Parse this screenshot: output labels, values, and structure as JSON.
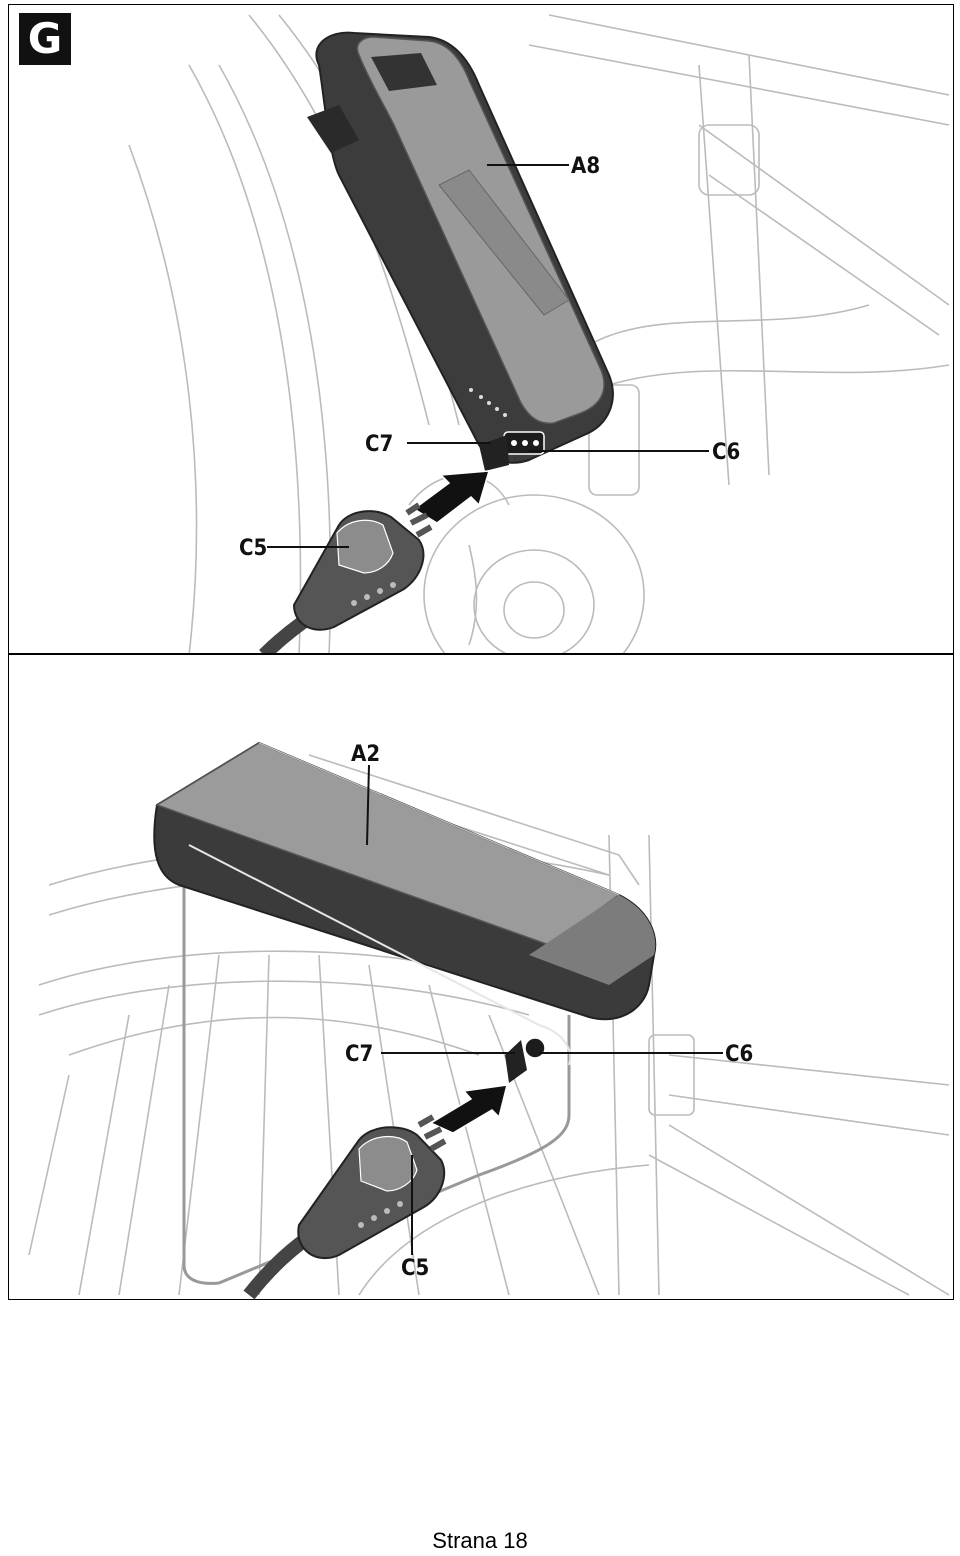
{
  "figure": {
    "badge": "G",
    "top_labels": {
      "battery": "A8",
      "socket_cover": "C7",
      "socket": "C6",
      "plug": "C5"
    },
    "bottom_labels": {
      "battery": "A2",
      "socket_cover": "C7",
      "socket": "C6",
      "plug": "C5"
    }
  },
  "footer": {
    "page_label": "Strana 18"
  }
}
